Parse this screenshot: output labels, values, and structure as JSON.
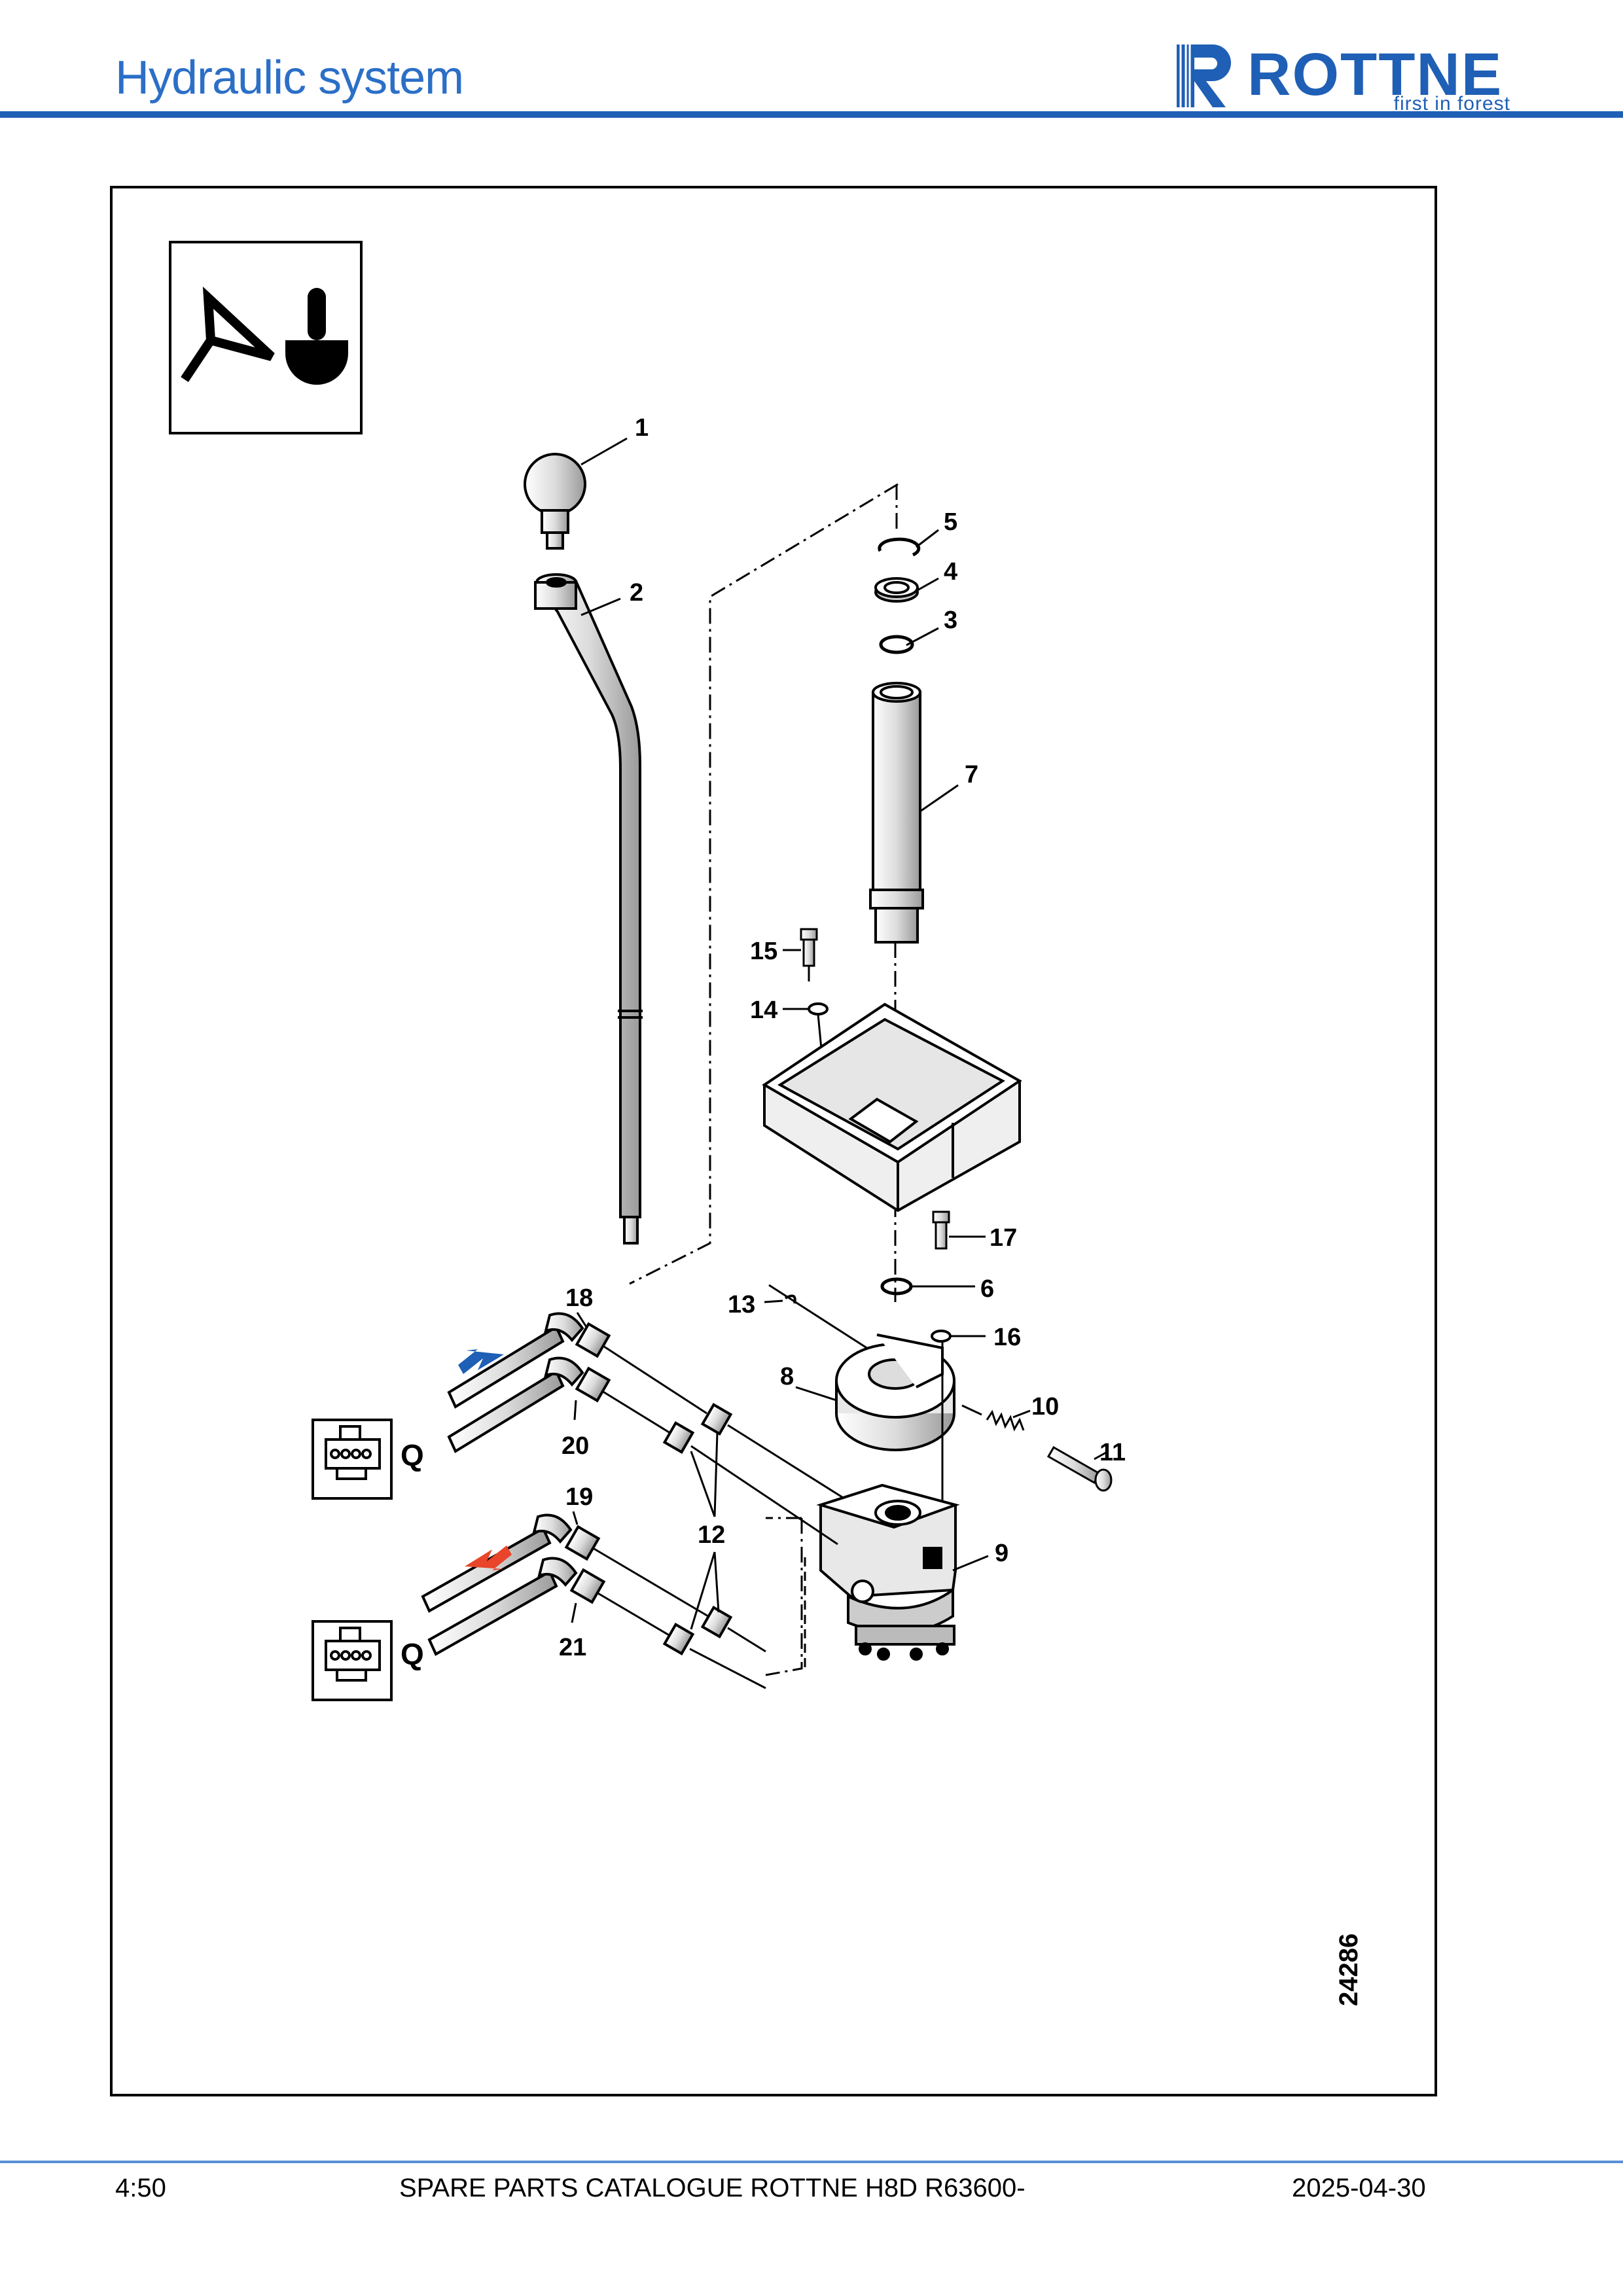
{
  "header": {
    "title": "Hydraulic system",
    "logo_text": "ROTTNE",
    "logo_tagline": "first in forest",
    "brand_color": "#1f5fb5",
    "title_color": "#2b6fc7"
  },
  "drawing": {
    "drawing_number": "24286",
    "view_code": "Q",
    "symbol_icon": "crane-joystick-icon",
    "connector_icon": "electrical-connector-icon",
    "arrow_return_color": "#1f5fb5",
    "arrow_supply_color": "#e8452a",
    "callouts": [
      "1",
      "2",
      "3",
      "4",
      "5",
      "6",
      "7",
      "8",
      "9",
      "10",
      "11",
      "12",
      "13",
      "14",
      "15",
      "16",
      "17",
      "18",
      "19",
      "20",
      "21"
    ]
  },
  "footer": {
    "page": "4:50",
    "catalogue": "SPARE PARTS CATALOGUE ROTTNE H8D R63600-",
    "date": "2025-04-30"
  }
}
